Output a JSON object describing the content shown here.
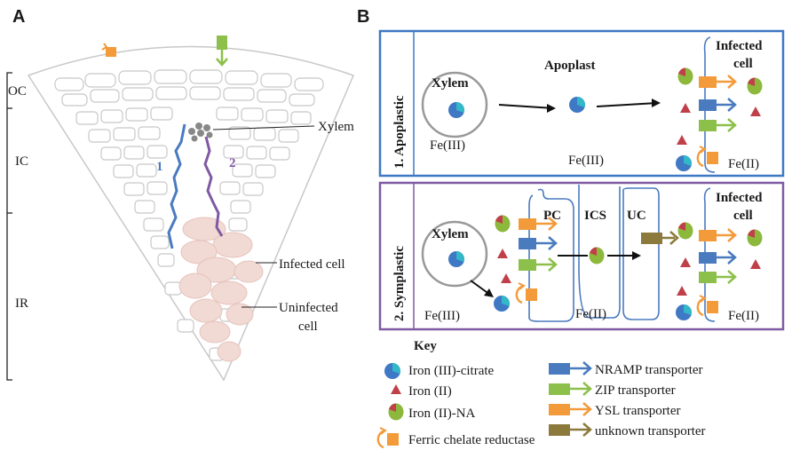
{
  "panel_a": {
    "letter": "A",
    "zones": [
      {
        "label": "OC"
      },
      {
        "label": "IC"
      },
      {
        "label": "IR"
      }
    ],
    "xylem_label": "Xylem",
    "path1_label": "1",
    "path2_label": "2",
    "infected_label": "Infected cell",
    "uninfected_label_1": "Uninfected",
    "uninfected_label_2": "cell"
  },
  "panel_b": {
    "letter": "B",
    "apoplastic": {
      "title": "1. Apoplastic",
      "xylem": "Xylem",
      "fe3_left": "Fe(III)",
      "apoplast": "Apoplast",
      "fe3_mid": "Fe(III)",
      "infected_1": "Infected",
      "infected_2": "cell",
      "fe2": "Fe(II)"
    },
    "symplastic": {
      "title": "2. Symplastic",
      "xylem": "Xylem",
      "fe3_left": "Fe(III)",
      "pc": "PC",
      "ics": "ICS",
      "uc": "UC",
      "fe2_mid": "Fe(II)",
      "infected_1": "Infected",
      "infected_2": "cell",
      "fe2": "Fe(II)"
    }
  },
  "key": {
    "title": "Key",
    "iron3_citrate": "Iron (III)-citrate",
    "iron2": "Iron (II)",
    "iron2_na": "Iron (II)-NA",
    "fcr": "Ferric chelate reductase",
    "nramp": "NRAMP transporter",
    "zip": "ZIP transporter",
    "ysl": "YSL transporter",
    "unknown": "unknown transporter"
  },
  "colors": {
    "nramp": "#4a7bbf",
    "zip": "#8cc04a",
    "ysl": "#f39a3a",
    "unknown": "#8c7a3c",
    "iron3_blue": "#3f78c4",
    "iron3_teal": "#32b8c8",
    "iron2_red": "#c0404a",
    "na_green": "#8cb83c",
    "apoplastic_border": "#3f78c4",
    "symplastic_border": "#7f5aa3",
    "path1": "#4a7bbf",
    "path2": "#7f5aa3"
  }
}
